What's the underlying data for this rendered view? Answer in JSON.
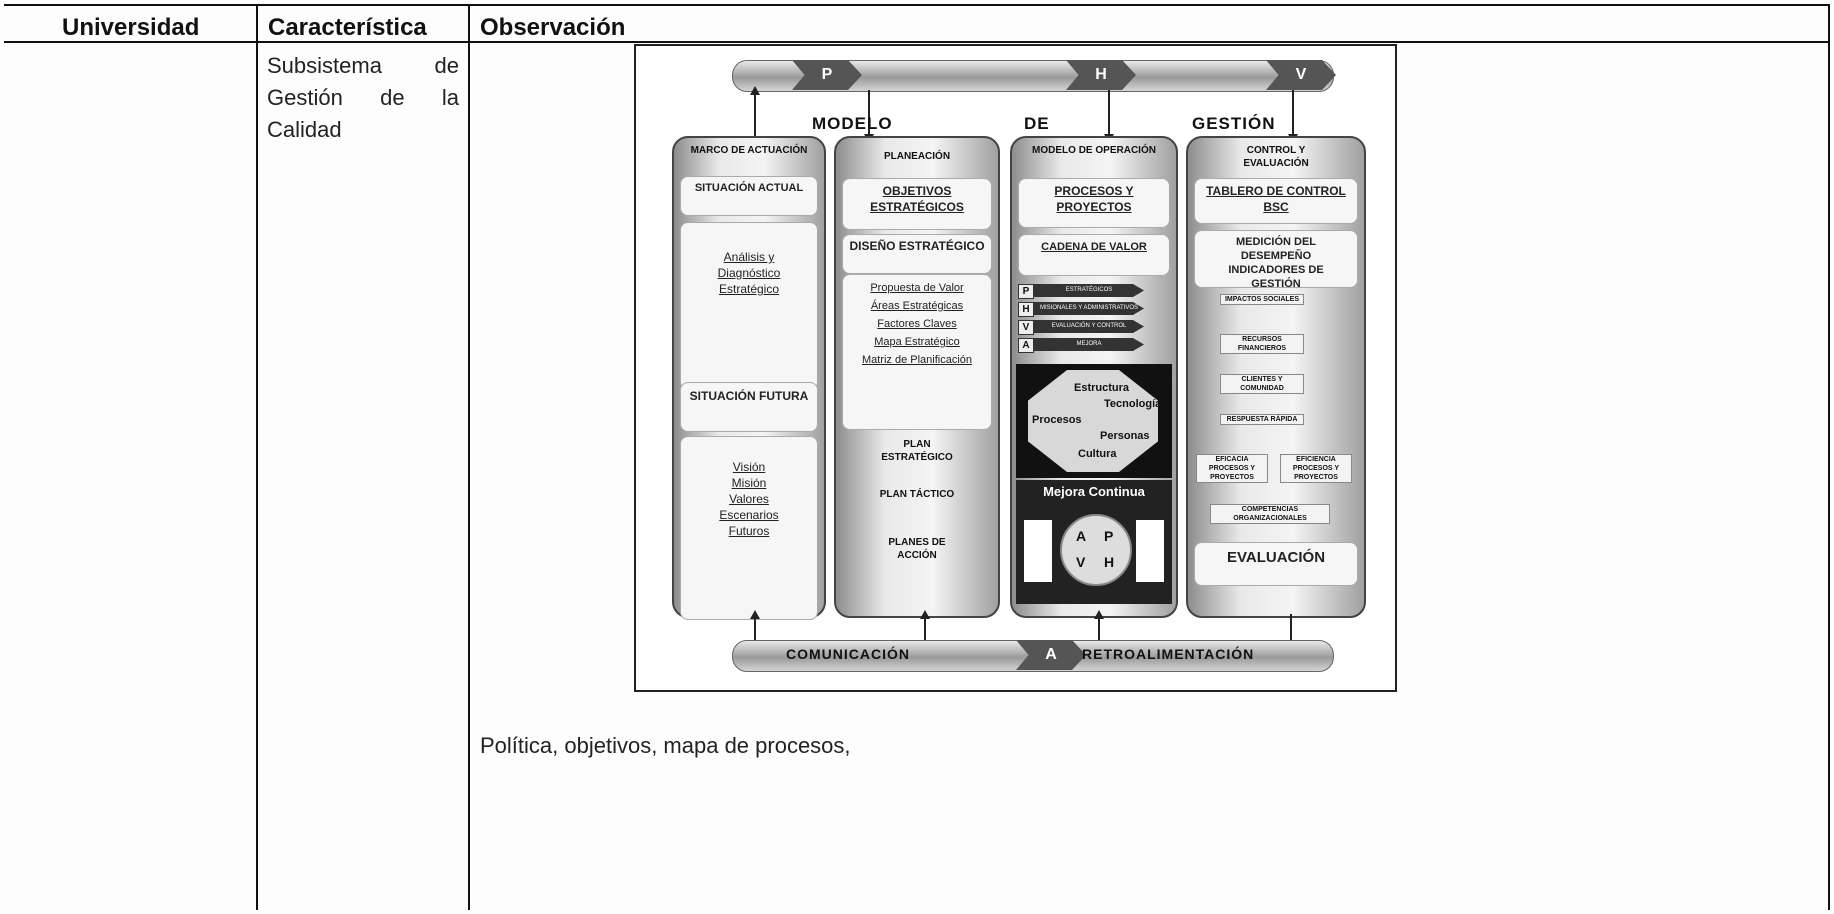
{
  "table": {
    "headers": [
      "Universidad",
      "Característica",
      "Observación"
    ],
    "caracteristica_lines": [
      "Subsistema de",
      "Gestión de la",
      "Calidad"
    ],
    "observacion_text": "Política, objetivos, mapa de procesos,"
  },
  "figure": {
    "top_letters": [
      "P",
      "H",
      "V"
    ],
    "title_words": [
      "MODELO",
      "DE",
      "GESTIÓN"
    ],
    "bottom_left": "COMUNICACIÓN",
    "bottom_letter": "A",
    "bottom_right": "RETROALIMENTACIÓN",
    "col1": {
      "head": "MARCO DE ACTUACIÓN",
      "situacion_actual": "SITUACIÓN ACTUAL",
      "analisis": [
        "Análisis y",
        "Diagnóstico",
        "Estratégico"
      ],
      "situacion_futura": "SITUACIÓN FUTURA",
      "items": [
        "Visión",
        "Misión",
        "Valores",
        "Escenarios",
        "Futuros"
      ]
    },
    "col2": {
      "head": "PLANEACIÓN",
      "objetivos": "OBJETIVOS ESTRATÉGICOS",
      "diseno": "DISEÑO ESTRATÉGICO",
      "items": [
        "Propuesta de Valor",
        "Áreas Estratégicas",
        "Factores Claves",
        "Mapa Estratégico",
        "Matriz de Planificación"
      ],
      "plan_estrategico": "PLAN ESTRATÉGICO",
      "plan_tactico": "PLAN TÁCTICO",
      "planes_accion": "PLANES DE ACCIÓN"
    },
    "col3": {
      "head": "MODELO DE OPERACIÓN",
      "procesos": "PROCESOS Y PROYECTOS",
      "cadena": "CADENA DE VALOR",
      "letters": [
        "P",
        "H",
        "V",
        "A"
      ],
      "stack": [
        "ESTRATÉGICOS",
        "MISIONALES Y ADMINISTRATIVOS",
        "EVALUACIÓN Y CONTROL",
        "MEJORA"
      ],
      "octagon": [
        "Estructura",
        "Tecnología",
        "Procesos",
        "Personas",
        "Cultura"
      ],
      "mejora": "Mejora Continua",
      "cycle": [
        "A",
        "P",
        "V",
        "H"
      ]
    },
    "col4": {
      "head": "CONTROL Y EVALUACIÓN",
      "tablero": "TABLERO DE CONTROL BSC",
      "medicion": "MEDICIÓN DEL DESEMPEÑO INDICADORES DE GESTIÓN",
      "levels": [
        "IMPACTOS SOCIALES",
        "RECURSOS FINANCIEROS",
        "CLIENTES Y COMUNIDAD",
        "RESPUESTA RÁPIDA"
      ],
      "eficacia": "EFICACIA PROCESOS Y PROYECTOS",
      "eficiencia": "EFICIENCIA PROCESOS Y PROYECTOS",
      "competencias": "COMPETENCIAS ORGANIZACIONALES",
      "evaluacion": "EVALUACIÓN"
    }
  }
}
